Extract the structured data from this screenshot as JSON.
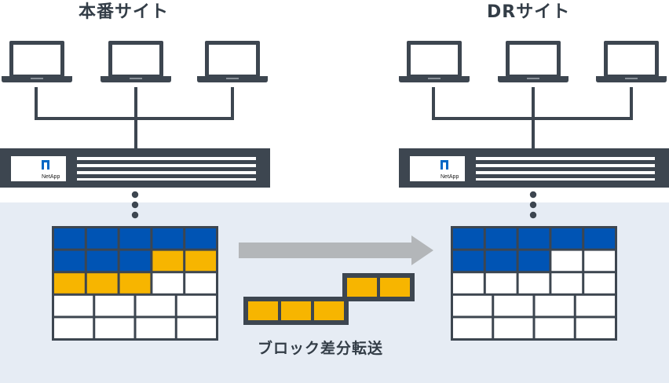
{
  "sites": {
    "production": {
      "title": "本番サイト"
    },
    "dr": {
      "title": "DRサイト"
    }
  },
  "transfer": {
    "caption": "ブロック差分転送"
  },
  "storage": {
    "brand": "NetApp"
  },
  "colors": {
    "block_blue": "#0054b4",
    "block_orange": "#f7b500",
    "dark_gray": "#3d4650",
    "panel_bg": "#e6ecf4",
    "arrow_gray": "#b3b6b9",
    "line_gray": "#3d4650"
  },
  "icons": [
    "laptop-icon",
    "netapp-storage-icon",
    "data-table-icon",
    "transfer-arrow-icon"
  ],
  "tables": {
    "production": {
      "rows": [
        [
          "blue",
          "blue",
          "blue",
          "blue",
          "blue"
        ],
        [
          "blue",
          "blue",
          "blue",
          "orange",
          "orange"
        ],
        [
          "orange",
          "orange",
          "orange",
          "white",
          "white"
        ],
        [
          "white",
          "white",
          "white",
          "white"
        ],
        [
          "white",
          "white",
          "white",
          "white"
        ]
      ]
    },
    "dr": {
      "rows": [
        [
          "blue",
          "blue",
          "blue",
          "blue",
          "blue"
        ],
        [
          "blue",
          "blue",
          "blue",
          "white",
          "white"
        ],
        [
          "white",
          "white",
          "white",
          "white",
          "white"
        ],
        [
          "white",
          "white",
          "white",
          "white"
        ],
        [
          "white",
          "white",
          "white",
          "white"
        ]
      ]
    }
  },
  "block_strip": {
    "lower_blocks": 3,
    "upper_blocks": 2
  }
}
